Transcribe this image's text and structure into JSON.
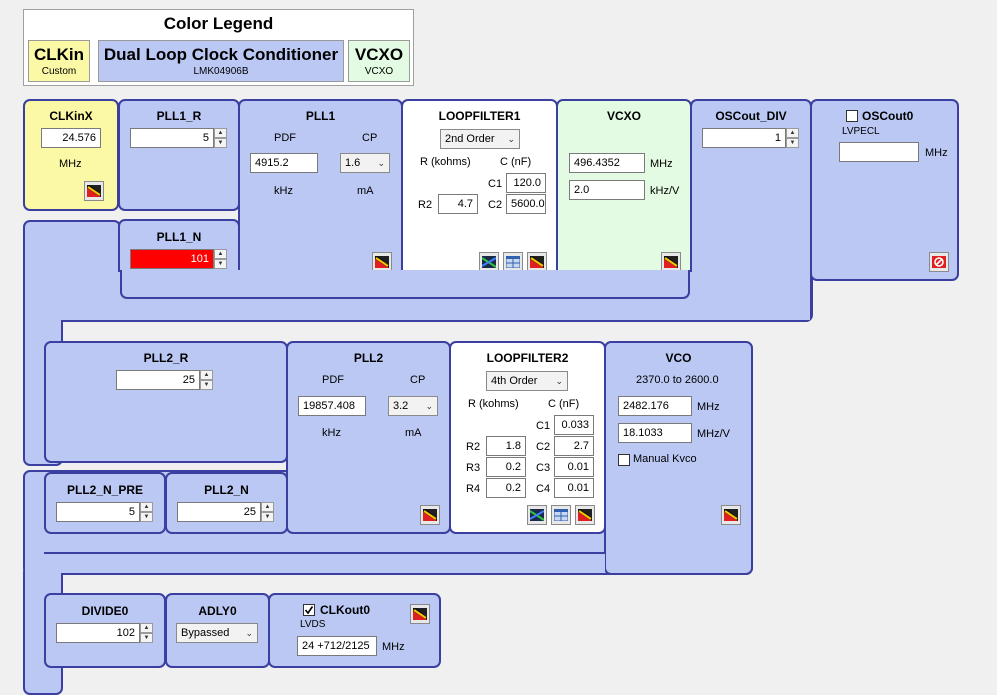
{
  "legend": {
    "title": "Color Legend",
    "clkin": {
      "name": "CLKin",
      "sub": "Custom"
    },
    "dual": {
      "name": "Dual Loop Clock Conditioner",
      "sub": "LMK04906B"
    },
    "vcxo": {
      "name": "VCXO",
      "sub": "VCXO"
    }
  },
  "clkinx": {
    "title": "CLKinX",
    "value": "24.576",
    "unit": "MHz"
  },
  "pll1_r": {
    "title": "PLL1_R",
    "value": "5"
  },
  "pll1_n": {
    "title": "PLL1_N",
    "value": "101"
  },
  "pll1": {
    "title": "PLL1",
    "pdf_label": "PDF",
    "cp_label": "CP",
    "pdf_value": "4915.2",
    "cp_value": "1.6",
    "pdf_unit": "kHz",
    "cp_unit": "mA"
  },
  "loopfilter1": {
    "title": "LOOPFILTER1",
    "order": "2nd Order",
    "r_header": "R (kohms)",
    "c_header": "C (nF)",
    "c1_label": "C1",
    "c1": "120.0",
    "r2_label": "R2",
    "r2": "4.7",
    "c2_label": "C2",
    "c2": "5600.0"
  },
  "vcxo": {
    "title": "VCXO",
    "freq": "496.4352",
    "freq_unit": "MHz",
    "kvco": "2.0",
    "kvco_unit": "kHz/V"
  },
  "oscout_div": {
    "title": "OSCout_DIV",
    "value": "1"
  },
  "oscout0": {
    "title": "OSCout0",
    "type": "LVPECL",
    "value": "",
    "unit": "MHz"
  },
  "pll2_r": {
    "title": "PLL2_R",
    "value": "25"
  },
  "pll2": {
    "title": "PLL2",
    "pdf_label": "PDF",
    "cp_label": "CP",
    "pdf_value": "19857.408",
    "cp_value": "3.2",
    "pdf_unit": "kHz",
    "cp_unit": "mA"
  },
  "loopfilter2": {
    "title": "LOOPFILTER2",
    "order": "4th Order",
    "r_header": "R (kohms)",
    "c_header": "C (nF)",
    "c1_label": "C1",
    "c1": "0.033",
    "r2_label": "R2",
    "r2": "1.8",
    "c2_label": "C2",
    "c2": "2.7",
    "r3_label": "R3",
    "r3": "0.2",
    "c3_label": "C3",
    "c3": "0.01",
    "r4_label": "R4",
    "r4": "0.2",
    "c4_label": "C4",
    "c4": "0.01"
  },
  "vco": {
    "title": "VCO",
    "range": "2370.0 to 2600.0",
    "freq": "2482.176",
    "freq_unit": "MHz",
    "kvco": "18.1033",
    "kvco_unit": "MHz/V",
    "manual_label": "Manual Kvco"
  },
  "pll2_n_pre": {
    "title": "PLL2_N_PRE",
    "value": "5"
  },
  "pll2_n": {
    "title": "PLL2_N",
    "value": "25"
  },
  "divide0": {
    "title": "DIVIDE0",
    "value": "102"
  },
  "adly0": {
    "title": "ADLY0",
    "value": "Bypassed"
  },
  "clkout0": {
    "title": "CLKout0",
    "type": "LVDS",
    "value": "24 +712/2125",
    "unit": "MHz"
  },
  "colors": {
    "block": "#bbc8f3",
    "border": "#3a3fa0",
    "clkin_yellow": "#fbf9a6",
    "vcxo_green": "#e2fbe2",
    "error_red": "#ff0000"
  }
}
